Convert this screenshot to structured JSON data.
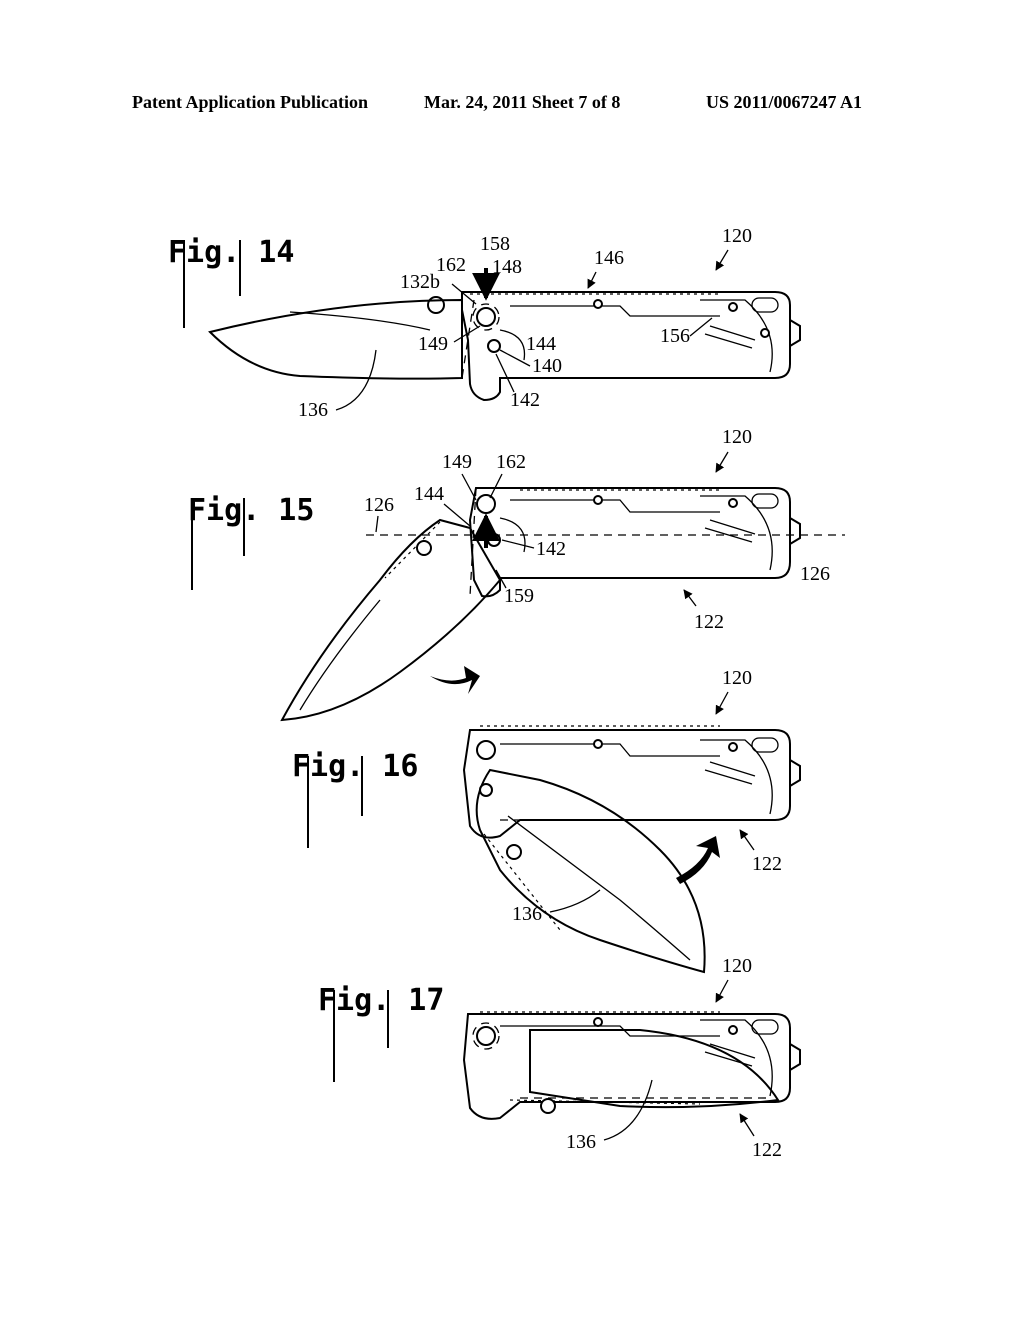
{
  "header": {
    "left": "Patent Application Publication",
    "center": "Mar. 24, 2011  Sheet 7 of 8",
    "right": "US 2011/0067247 A1"
  },
  "figures": [
    {
      "label": "Fig. 14",
      "callouts": [
        "120",
        "158",
        "148",
        "162",
        "146",
        "132b",
        "149",
        "144",
        "140",
        "142",
        "156",
        "136"
      ]
    },
    {
      "label": "Fig. 15",
      "callouts": [
        "120",
        "149",
        "162",
        "144",
        "126",
        "142",
        "159",
        "126",
        "122"
      ]
    },
    {
      "label": "Fig. 16",
      "callouts": [
        "120",
        "122",
        "136"
      ]
    },
    {
      "label": "Fig. 17",
      "callouts": [
        "120",
        "136",
        "122"
      ]
    }
  ]
}
